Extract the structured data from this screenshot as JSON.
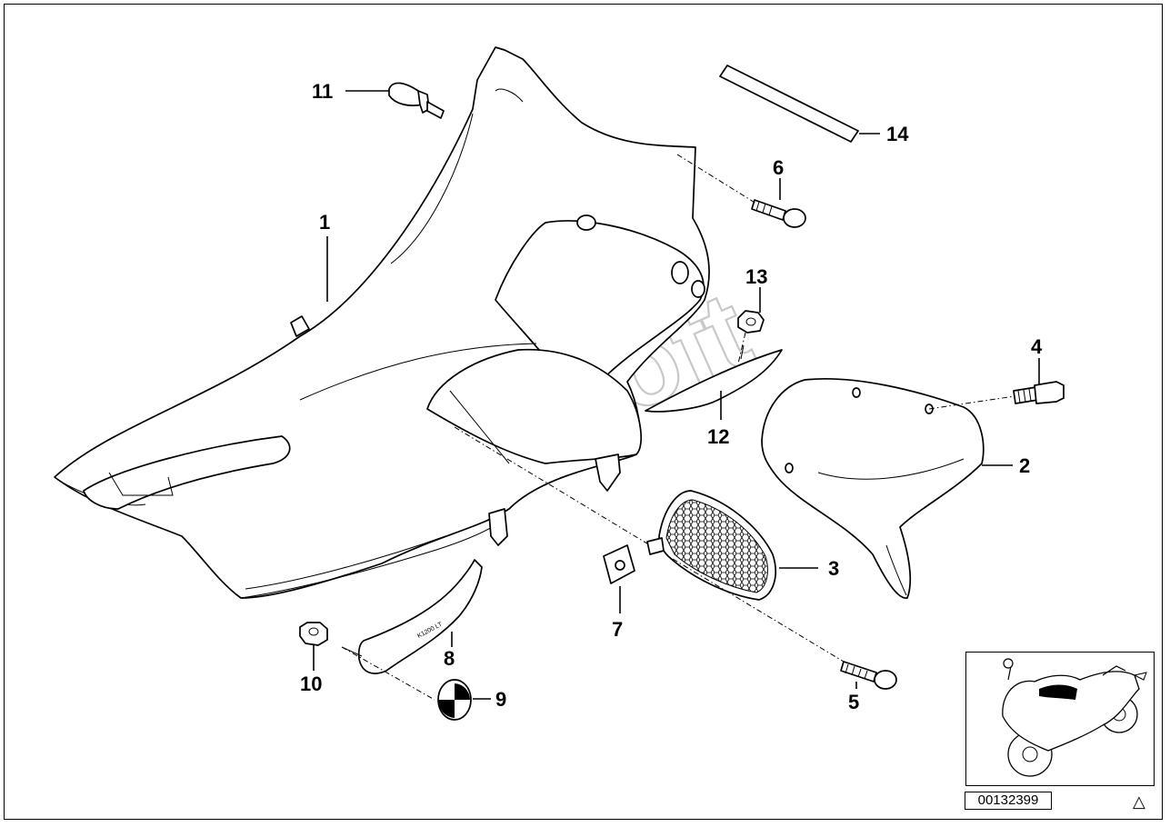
{
  "callouts": {
    "c1": "1",
    "c2": "2",
    "c3": "3",
    "c4": "4",
    "c5": "5",
    "c6": "6",
    "c7": "7",
    "c8": "8",
    "c9": "9",
    "c10": "10",
    "c11": "11",
    "c12": "12",
    "c13": "13",
    "c14": "14"
  },
  "watermark": "AutoSoft",
  "part_number": "00132399",
  "warning_symbol": "△",
  "icons": [
    "warning-triangle-icon",
    "motorcycle-thumbnail-icon",
    "bmw-roundel-icon"
  ]
}
